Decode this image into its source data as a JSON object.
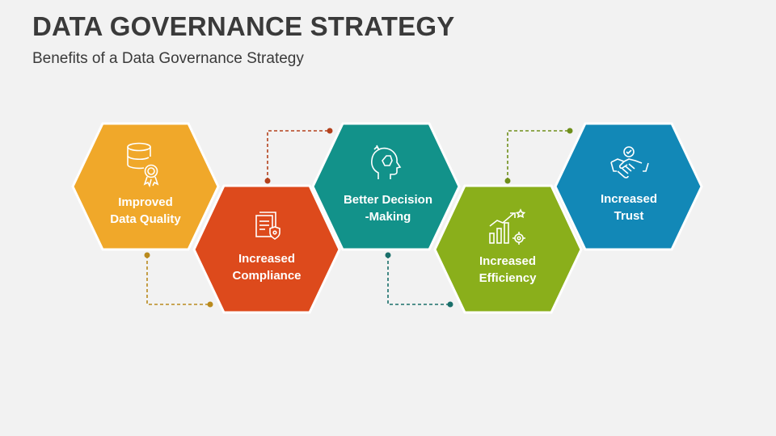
{
  "slide": {
    "title": "DATA GOVERNANCE STRATEGY",
    "subtitle": "Benefits of a Data Governance Strategy"
  },
  "benefits": [
    {
      "line1": "Improved",
      "line2": "Data Quality",
      "icon": "database-award-icon",
      "color": "#f0a82a"
    },
    {
      "line1": "Increased",
      "line2": "Compliance",
      "icon": "document-shield-icon",
      "color": "#dd4a1c"
    },
    {
      "line1": "Better Decision",
      "line2": "-Making",
      "icon": "head-idea-icon",
      "color": "#12928a"
    },
    {
      "line1": "Increased",
      "line2": "Efficiency",
      "icon": "growth-chart-gear-icon",
      "color": "#8aaf1b"
    },
    {
      "line1": "Increased",
      "line2": "Trust",
      "icon": "handshake-check-icon",
      "color": "#1288b7"
    }
  ]
}
